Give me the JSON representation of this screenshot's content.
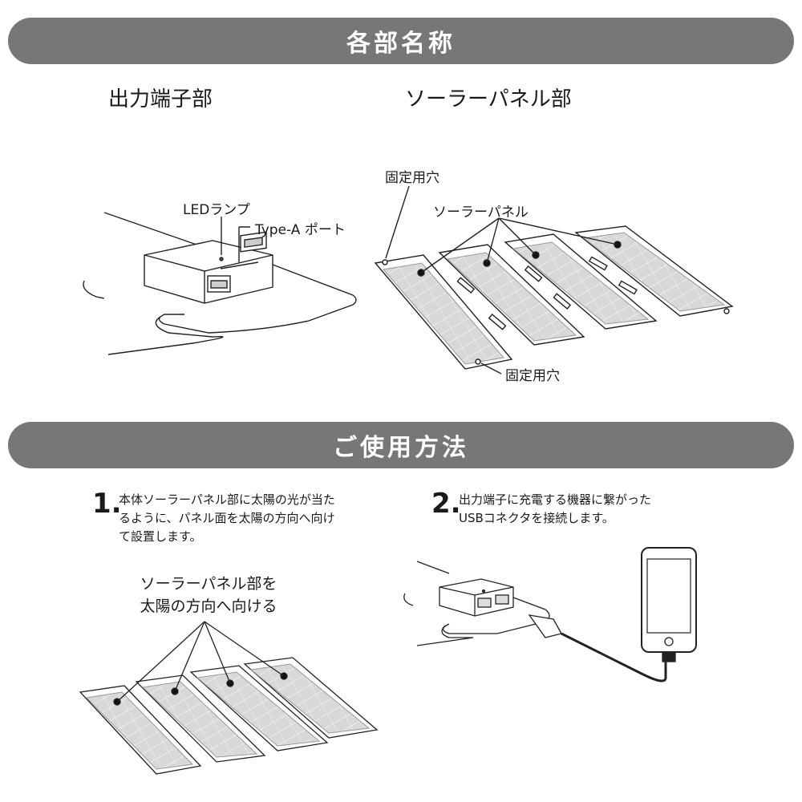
{
  "sections": {
    "parts_title": "各部名称",
    "usage_title": "ご使用方法"
  },
  "parts": {
    "output_heading": "出力端子部",
    "panel_heading": "ソーラーパネル部",
    "led_label": "LEDランプ",
    "port_label": "Type-A ポート",
    "hole_top_label": "固定用穴",
    "panel_label": "ソーラーパネル",
    "hole_bottom_label": "固定用穴"
  },
  "usage": {
    "step1_number": "1.",
    "step1_line1": "本体ソーラーパネル部に太陽の光が当た",
    "step1_line2": "るように、パネル面を太陽の方向へ向け",
    "step1_line3": "て設置します。",
    "step1_callout_line1": "ソーラーパネル部を",
    "step1_callout_line2": "太陽の方向へ向ける",
    "step2_number": "2.",
    "step2_line1": "出力端子に充電する機器に繋がった",
    "step2_line2": "USBコネクタを接続します。"
  }
}
